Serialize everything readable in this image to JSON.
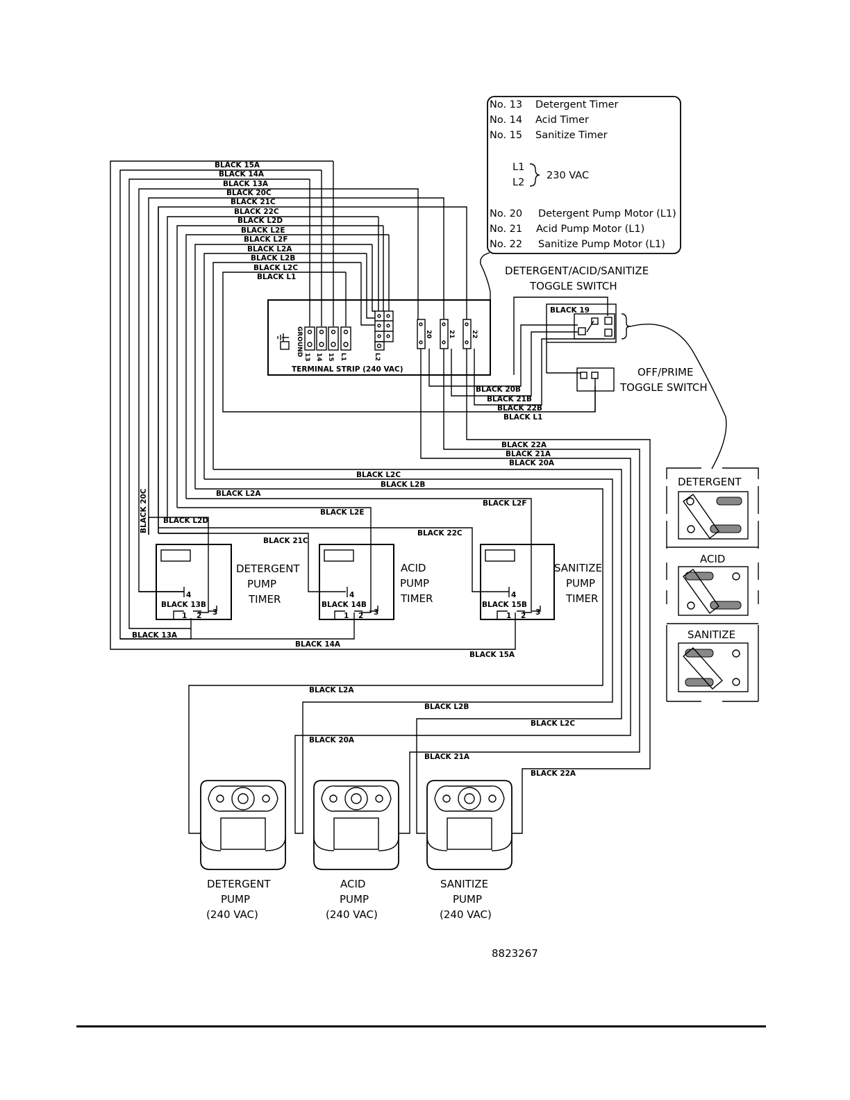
{
  "legend": {
    "timers": [
      {
        "no": "No. 13",
        "desc": "Detergent Timer"
      },
      {
        "no": "No. 14",
        "desc": "Acid Timer"
      },
      {
        "no": "No. 15",
        "desc": "Sanitize Timer"
      }
    ],
    "l1": "L1",
    "l2": "L2",
    "voltage": "230 VAC",
    "motors": [
      {
        "no": "No. 20",
        "desc": "Detergent Pump Motor (L1)"
      },
      {
        "no": "No. 21",
        "desc": "Acid Pump Motor (L1)"
      },
      {
        "no": "No. 22",
        "desc": "Sanitize Pump Motor (L1)"
      }
    ]
  },
  "toggle_switch": {
    "line1": "DETERGENT/ACID/SANITIZE",
    "line2": "TOGGLE SWITCH",
    "wire": "BLACK 19"
  },
  "off_prime": {
    "line1": "OFF/PRIME",
    "line2": "TOGGLE SWITCH"
  },
  "terminal_strip": {
    "label": "TERMINAL STRIP (240 VAC)",
    "ground": "GROUND",
    "terminals": [
      "13",
      "14",
      "15",
      "L1",
      "L2",
      "20",
      "21",
      "22"
    ]
  },
  "top_wires": [
    "BLACK 15A",
    "BLACK 14A",
    "BLACK 13A",
    "BLACK 20C",
    "BLACK 21C",
    "BLACK 22C",
    "BLACK L2D",
    "BLACK L2E",
    "BLACK L2F",
    "BLACK L2A",
    "BLACK L2B",
    "BLACK L2C",
    "BLACK L1"
  ],
  "switch_wires": [
    "BLACK 20B",
    "BLACK 21B",
    "BLACK 22B",
    "BLACK L1"
  ],
  "motor_wires": [
    "BLACK 22A",
    "BLACK 21A",
    "BLACK 20A"
  ],
  "mid_wires": {
    "l2c": "BLACK L2C",
    "l2b": "BLACK L2B",
    "l2a": "BLACK L2A",
    "c20": "BLACK 20C",
    "l2d": "BLACK L2D",
    "l2e": "BLACK L2E",
    "l2f": "BLACK L2F",
    "c21": "BLACK 21C",
    "c22": "BLACK 22C"
  },
  "timers": [
    {
      "name1": "DETERGENT",
      "name2": "PUMP",
      "name3": "TIMER",
      "wire": "BLACK 13B",
      "low": "BLACK 13A"
    },
    {
      "name1": "ACID",
      "name2": "PUMP",
      "name3": "TIMER",
      "wire": "BLACK 14B",
      "low": "BLACK 14A"
    },
    {
      "name1": "SANITIZE",
      "name2": "PUMP",
      "name3": "TIMER",
      "wire": "BLACK 15B",
      "low": "BLACK 15A"
    }
  ],
  "timer_pins": {
    "p4": "4",
    "p1": "1",
    "p2": "2",
    "p3": "3"
  },
  "pump_wires": [
    "BLACK L2A",
    "BLACK L2B",
    "BLACK L2C",
    "BLACK 20A",
    "BLACK 21A",
    "BLACK 22A"
  ],
  "selector": {
    "detergent": "DETERGENT",
    "acid": "ACID",
    "sanitize": "SANITIZE"
  },
  "pumps": [
    {
      "name": "DETERGENT",
      "sub": "PUMP",
      "volt": "(240 VAC)"
    },
    {
      "name": "ACID",
      "sub": "PUMP",
      "volt": "(240 VAC)"
    },
    {
      "name": "SANITIZE",
      "sub": "PUMP",
      "volt": "(240 VAC)"
    }
  ],
  "part_number": "8823267"
}
